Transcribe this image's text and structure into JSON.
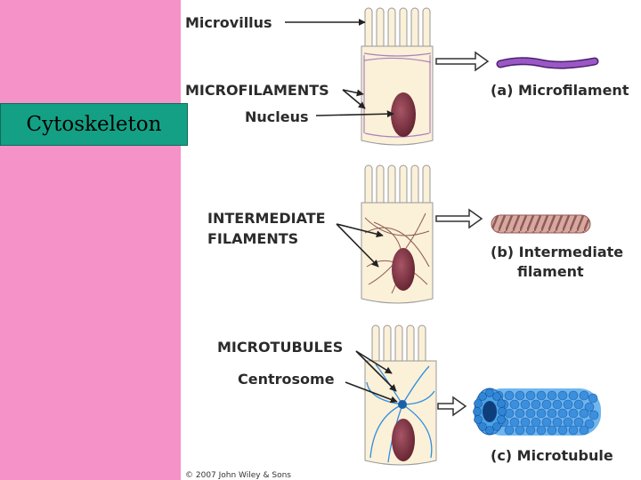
{
  "slide": {
    "title": "Cytoskeleton"
  },
  "labels": {
    "microvillus": "Microvillus",
    "microfilaments": "MICROFILAMENTS",
    "nucleus": "Nucleus",
    "intermediate_line1": "INTERMEDIATE",
    "intermediate_line2": "FILAMENTS",
    "microtubules": "MICROTUBULES",
    "centrosome": "Centrosome"
  },
  "insets": {
    "a": "(a) Microfilament",
    "b_line1": "(b) Intermediate",
    "b_line2": "filament",
    "c": "(c) Microtubule"
  },
  "copyright": "© 2007 John Wiley & Sons",
  "colors": {
    "slide_pink": "#f592c8",
    "title_teal": "#14a085",
    "cell_fill": "#fbf0d8",
    "nucleus": "#7a3441",
    "microfilament": "#7a3a9a",
    "intermediate": "#c08880",
    "microtubule": "#2f8fe0"
  }
}
